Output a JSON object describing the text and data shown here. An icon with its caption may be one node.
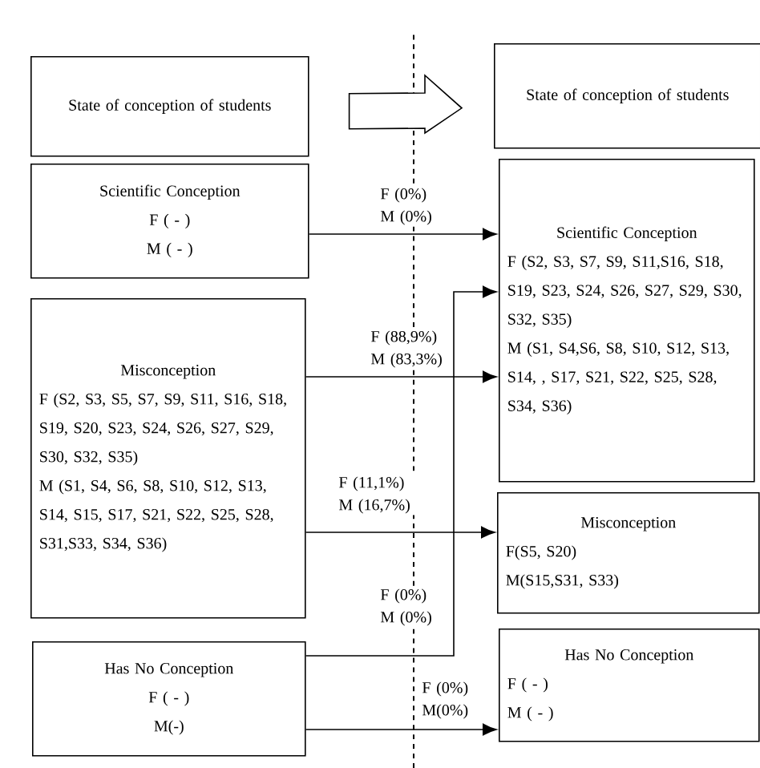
{
  "diagram": {
    "nodes": [
      {
        "text": [
          "State of conception of students"
        ]
      },
      {
        "text": [
          "State of conception of students"
        ]
      },
      {
        "text": [
          "Scientific Conception",
          "F ( - )",
          "M ( - )"
        ]
      },
      {
        "text": [
          "Misconception",
          "F (S2, S3, S5, S7, S9, S11, S16, S18, S19, S20, S23, S24, S26, S27, S29, S30, S32, S35)",
          "M (S1, S4, S6, S8, S10, S12, S13, S14, S15, S17, S21, S22, S25, S28, S31,S33, S34, S36)"
        ]
      },
      {
        "text": [
          "Has No Conception",
          "F ( - )",
          "M(-)"
        ]
      },
      {
        "text": [
          "Scientific Conception",
          "F (S2, S3, S7, S9, S11,S16, S18, S19, S23, S24, S26, S27, S29, S30, S32, S35)",
          "M (S1, S4,S6, S8, S10, S12, S13, S14, , S17, S21, S22, S25, S28, S34, S36)"
        ]
      },
      {
        "text": [
          "Misconception",
          "F(S5, S20)",
          "M(S15,S31, S33)"
        ]
      },
      {
        "text": [
          "Has No Conception",
          "F ( - )",
          "M ( - )"
        ]
      }
    ],
    "edges": [
      {
        "from": 0,
        "to": 1,
        "arrow": "to"
      },
      {
        "from": 2,
        "to": 5,
        "arrow": "to",
        "label": "F (0%) M (0%)"
      },
      {
        "from": 3,
        "to": 5,
        "arrow": "to",
        "label": "F (88,9%) M (83,3%)"
      },
      {
        "from": 3,
        "to": 6,
        "arrow": "to",
        "label": "F (11,1%) M (16,7%)"
      },
      {
        "from": 4,
        "to": 5,
        "arrow": "to",
        "label": "F (0%) M (0%)"
      },
      {
        "from": 4,
        "to": 7,
        "arrow": "to",
        "label": "F (0%) M(0%)"
      }
    ]
  }
}
